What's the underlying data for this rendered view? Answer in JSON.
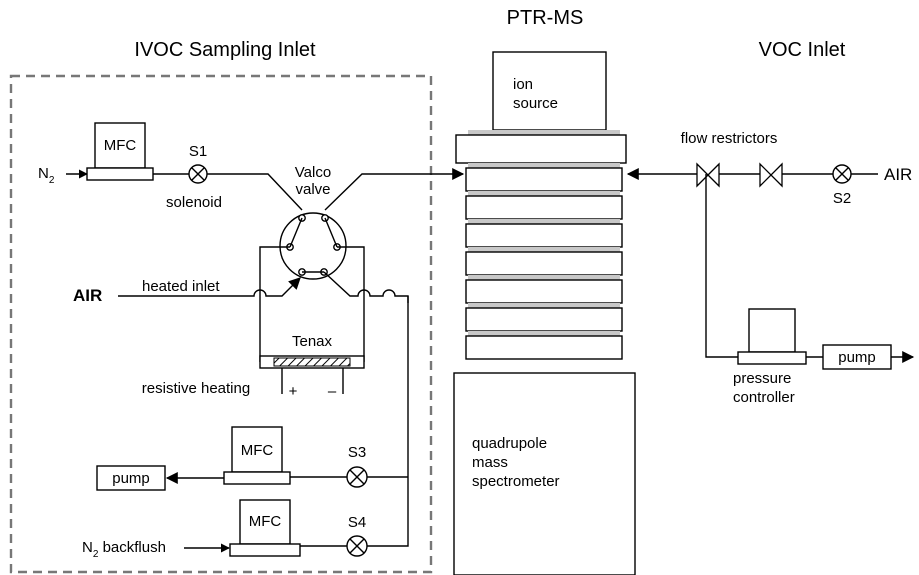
{
  "headings": {
    "ivoc": "IVOC Sampling Inlet",
    "ptrms": "PTR-MS",
    "voc": "VOC Inlet"
  },
  "ptrms": {
    "ion_source_line1": "ion",
    "ion_source_line2": "source",
    "quad_line1": "quadrupole",
    "quad_line2": "mass",
    "quad_line3": "spectrometer"
  },
  "ivoc": {
    "mfc_top": "MFC",
    "s1": "S1",
    "solenoid": "solenoid",
    "n2_base": "N",
    "n2_sub": "2",
    "valco_line1": "Valco",
    "valco_line2": "valve",
    "air": "AIR",
    "heated_inlet": "heated inlet",
    "tenax": "Tenax",
    "resistive_heating": "resistive heating",
    "plus": "+",
    "minus": "–",
    "mfc_mid": "MFC",
    "s3": "S3",
    "pump": "pump",
    "mfc_bottom": "MFC",
    "s4": "S4",
    "backflush_base": "N",
    "backflush_sub": "2",
    "backflush_rest": " backflush"
  },
  "voc": {
    "flow_restrictors": "flow restrictors",
    "air": "AIR",
    "s2": "S2",
    "pump": "pump",
    "pressure_line1": "pressure",
    "pressure_line2": "controller"
  }
}
